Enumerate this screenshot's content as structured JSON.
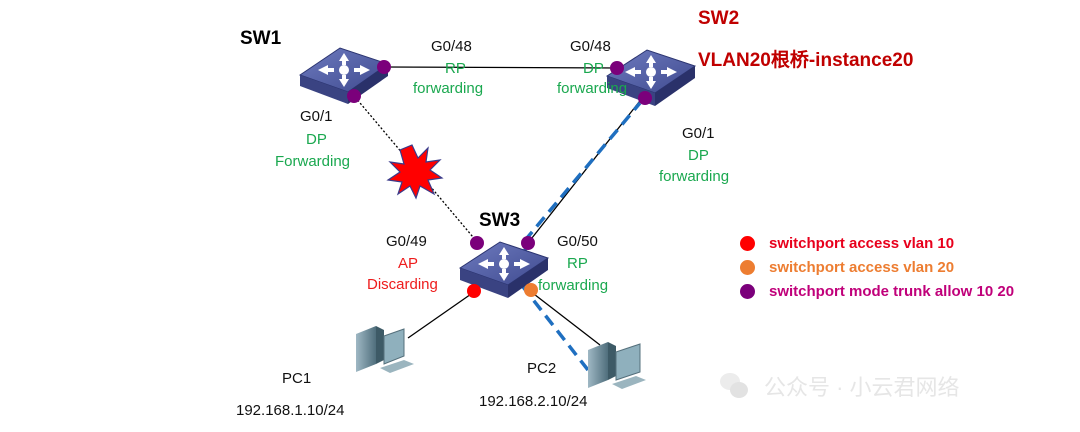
{
  "devices": {
    "sw1": {
      "name": "SW1",
      "ports": [
        {
          "id": "G0/48",
          "role": "RP",
          "state": "forwarding"
        },
        {
          "id": "G0/1",
          "role": "DP",
          "state": "Forwarding"
        }
      ]
    },
    "sw2": {
      "name": "SW2",
      "subtitle": "VLAN20根桥-instance20",
      "ports": [
        {
          "id": "G0/48",
          "role": "DP",
          "state": "forwarding"
        },
        {
          "id": "G0/1",
          "role": "DP",
          "state": "forwarding"
        }
      ]
    },
    "sw3": {
      "name": "SW3",
      "ports": [
        {
          "id": "G0/49",
          "role": "AP",
          "state": "Discarding"
        },
        {
          "id": "G0/50",
          "role": "RP",
          "state": "forwarding"
        }
      ]
    },
    "pc1": {
      "name": "PC1",
      "ip": "192.168.1.10/24"
    },
    "pc2": {
      "name": "PC2",
      "ip": "192.168.2.10/24"
    }
  },
  "legend": [
    {
      "label": "switchport access vlan 10",
      "color": "#ff0000",
      "text_color": "#e8001c"
    },
    {
      "label": "switchport access vlan 20",
      "color": "#ed7d31",
      "text_color": "#ed7d31"
    },
    {
      "label": "switchport mode trunk allow 10 20",
      "color": "#7b007b",
      "text_color": "#c0007a"
    }
  ],
  "colors": {
    "trunk_port": "#7b007b",
    "vlan10_port": "#ff0000",
    "vlan20_port": "#ed7d31",
    "path": "#1f6fc0",
    "blocked_burst": "#ff0000"
  },
  "watermark": {
    "icon": "wechat-icon",
    "text": "公众号 · 小云君网络"
  }
}
